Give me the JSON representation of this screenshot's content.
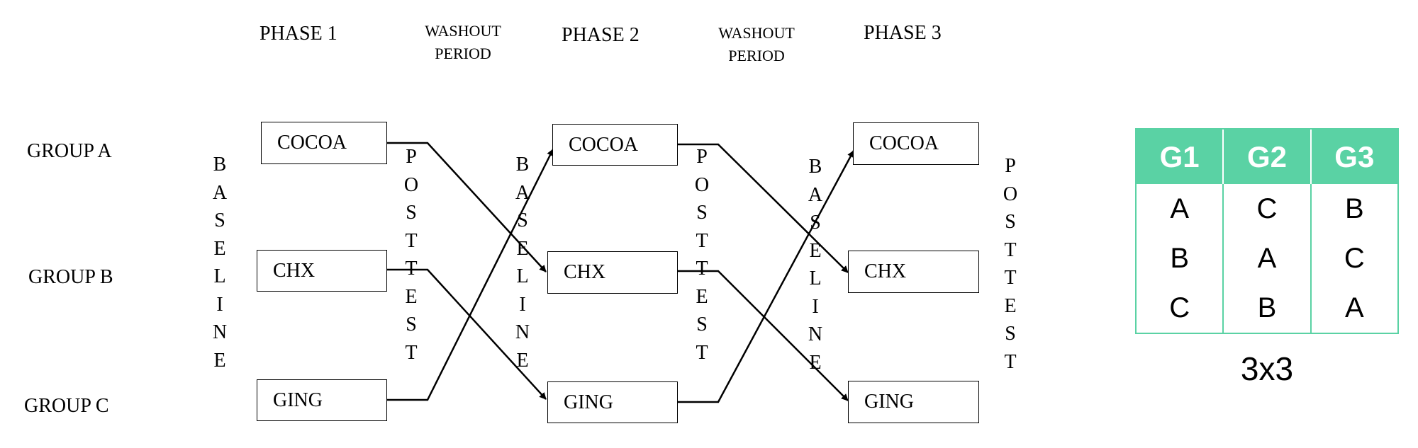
{
  "phases": [
    "PHASE 1",
    "PHASE 2",
    "PHASE 3"
  ],
  "washout": [
    "WASHOUT",
    "PERIOD"
  ],
  "groups": [
    "GROUP A",
    "GROUP B",
    "GROUP C"
  ],
  "treatments": {
    "cocoa": "COCOA",
    "chx": "CHX",
    "ging": "GING"
  },
  "vertical": {
    "baseline": [
      "B",
      "A",
      "S",
      "E",
      "L",
      "I",
      "N",
      "E"
    ],
    "posttest": [
      "P",
      "O",
      "S",
      "T",
      "T",
      "E",
      "S",
      "T"
    ]
  },
  "table": {
    "headers": [
      "G1",
      "G2",
      "G3"
    ],
    "columns": [
      [
        "A",
        "B",
        "C"
      ],
      [
        "C",
        "A",
        "B"
      ],
      [
        "B",
        "C",
        "A"
      ]
    ],
    "accent": "#5ad2a4"
  },
  "caption": "3x3"
}
